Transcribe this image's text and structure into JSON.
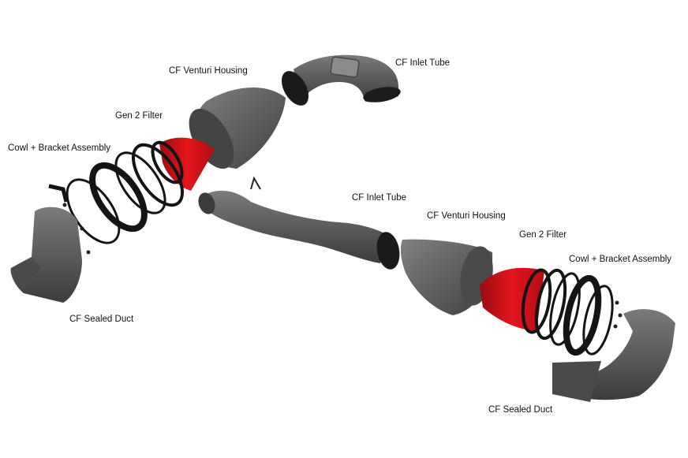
{
  "labels": {
    "upper_inlet_tube": "CF Inlet Tube",
    "upper_venturi_housing": "CF Venturi Housing",
    "upper_filter": "Gen 2 Filter",
    "upper_cowl": "Cowl + Bracket Assembly",
    "upper_duct": "CF Sealed Duct",
    "lower_inlet_tube": "CF Inlet Tube",
    "lower_venturi_housing": "CF Venturi Housing",
    "lower_filter": "Gen 2 Filter",
    "lower_cowl": "Cowl + Bracket Assembly",
    "lower_duct": "CF Sealed Duct"
  },
  "colors": {
    "carbon": "#5a5a5a",
    "carbon_light": "#7a7a7a",
    "carbon_dark": "#3a3a3a",
    "filter_red": "#d8141a",
    "ring_black": "#141414"
  }
}
